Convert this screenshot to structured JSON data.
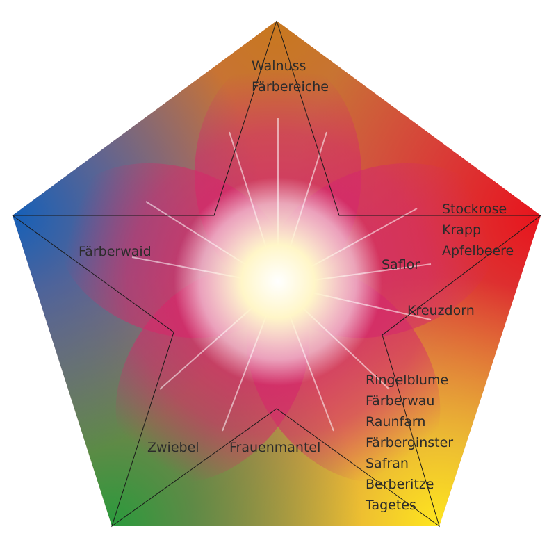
{
  "diagram": {
    "colors": {
      "top": "#c8781e",
      "upper_right": "#e8141c",
      "lower_right": "#ffe61e",
      "lower_left": "#2a9a3c",
      "upper_left": "#1560b8",
      "center": "#fff6c8",
      "petal": "#d4296a",
      "outline": "#1a1a1a"
    },
    "groups": {
      "top": [
        "Walnuss",
        "Färbereiche"
      ],
      "upper_right": [
        "Stockrose",
        "Krapp",
        "Apfelbeere"
      ],
      "inner_right_1": [
        "Saflor"
      ],
      "inner_right_2": [
        "Kreuzdorn"
      ],
      "lower_right": [
        "Ringelblume",
        "Färberwau",
        "Raunfarn",
        "Färberginster",
        "Safran",
        "Berberitze",
        "Tagetes"
      ],
      "lower_center": [
        "Frauenmantel"
      ],
      "lower_left": [
        "Zwiebel"
      ],
      "left": [
        "Färberwaid"
      ]
    }
  }
}
